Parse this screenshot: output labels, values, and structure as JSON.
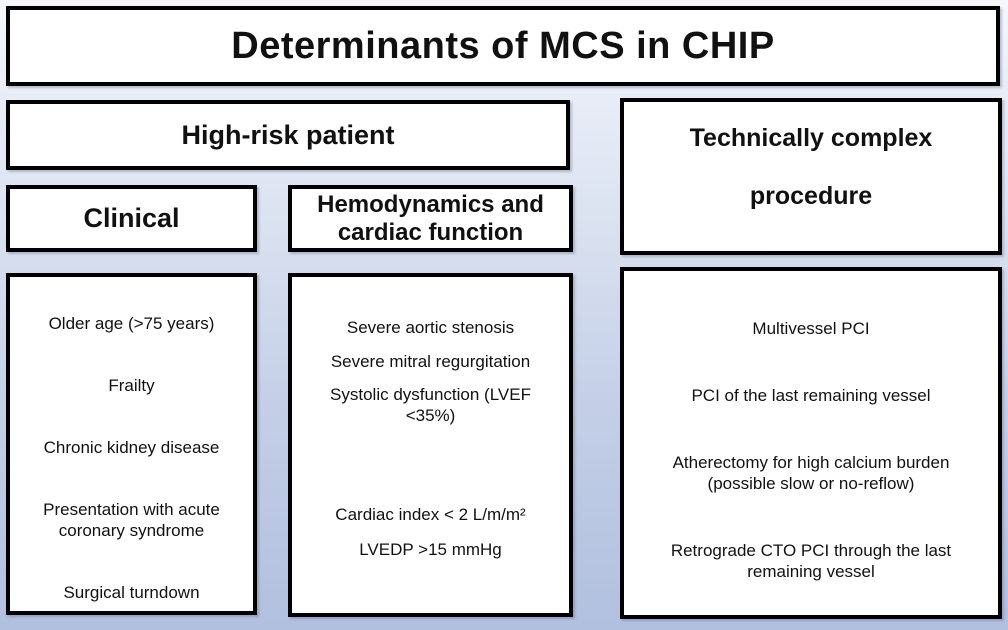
{
  "title": "Determinants of MCS in CHIP",
  "high_risk": {
    "header": "High-risk patient",
    "clinical": {
      "header": "Clinical",
      "items": [
        "Older age (>75 years)",
        "Frailty",
        "Chronic kidney disease",
        "Presentation with acute coronary syndrome",
        "Surgical turndown"
      ]
    },
    "hemodynamics": {
      "header": "Hemodynamics and cardiac function",
      "items": [
        "Severe aortic stenosis",
        "Severe mitral regurgitation",
        "Systolic dysfunction (LVEF <35%)",
        "Cardiac index < 2 L/m/m²",
        "LVEDP >15 mmHg"
      ]
    }
  },
  "technical": {
    "header": "Technically complex procedure",
    "items": [
      "Multivessel PCI",
      "PCI of the last remaining vessel",
      "Atherectomy for high calcium burden (possible slow or no-reflow)",
      "Retrograde CTO PCI through the last remaining vessel"
    ]
  },
  "colors": {
    "border": "#000000",
    "box_background": "#ffffff",
    "text": "#111111",
    "background_top": "#f5f7fb",
    "background_bottom": "#b1c0df"
  }
}
